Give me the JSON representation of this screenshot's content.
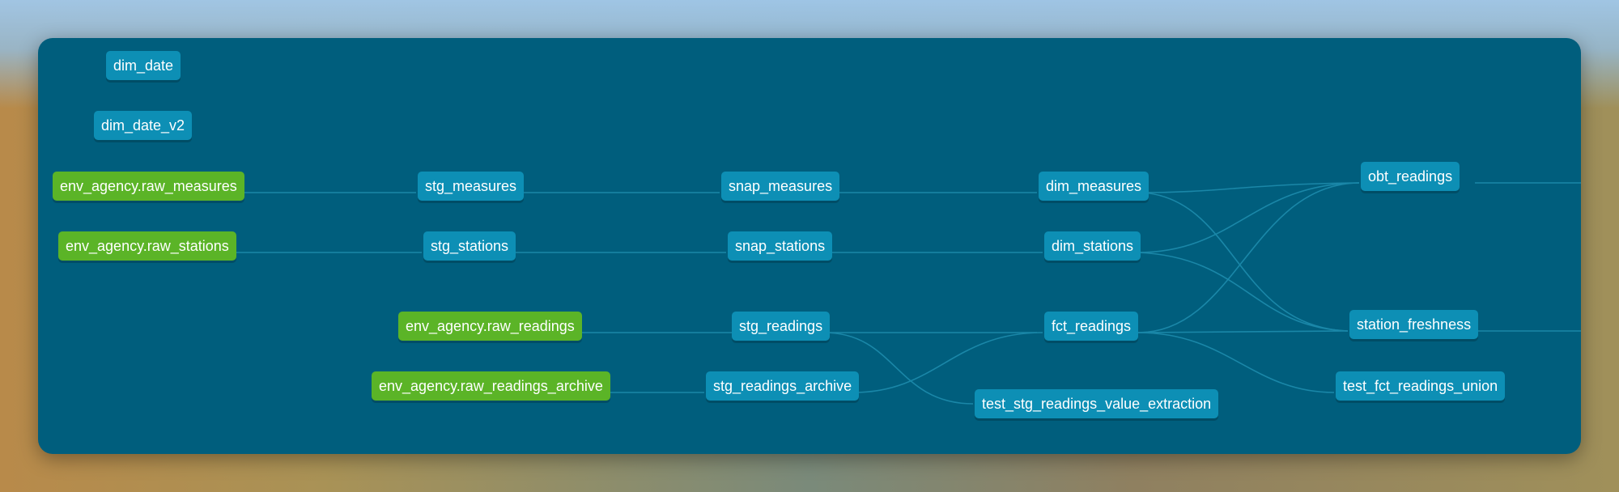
{
  "colors": {
    "panel": "#005e7d",
    "model_node": "#0d8fb5",
    "source_node": "#5bb427",
    "edge": "#1a87a8",
    "text": "#ffffff"
  },
  "nodes": {
    "dim_date": "dim_date",
    "dim_date_v2": "dim_date_v2",
    "raw_measures": "env_agency.raw_measures",
    "raw_stations": "env_agency.raw_stations",
    "raw_readings": "env_agency.raw_readings",
    "raw_readings_archive": "env_agency.raw_readings_archive",
    "stg_measures": "stg_measures",
    "stg_stations": "stg_stations",
    "stg_readings": "stg_readings",
    "stg_readings_archive": "stg_readings_archive",
    "snap_measures": "snap_measures",
    "snap_stations": "snap_stations",
    "dim_measures": "dim_measures",
    "dim_stations": "dim_stations",
    "fct_readings": "fct_readings",
    "test_stg_readings_value_extraction": "test_stg_readings_value_extraction",
    "obt_readings": "obt_readings",
    "station_freshness": "station_freshness",
    "test_fct_readings_union": "test_fct_readings_union"
  }
}
